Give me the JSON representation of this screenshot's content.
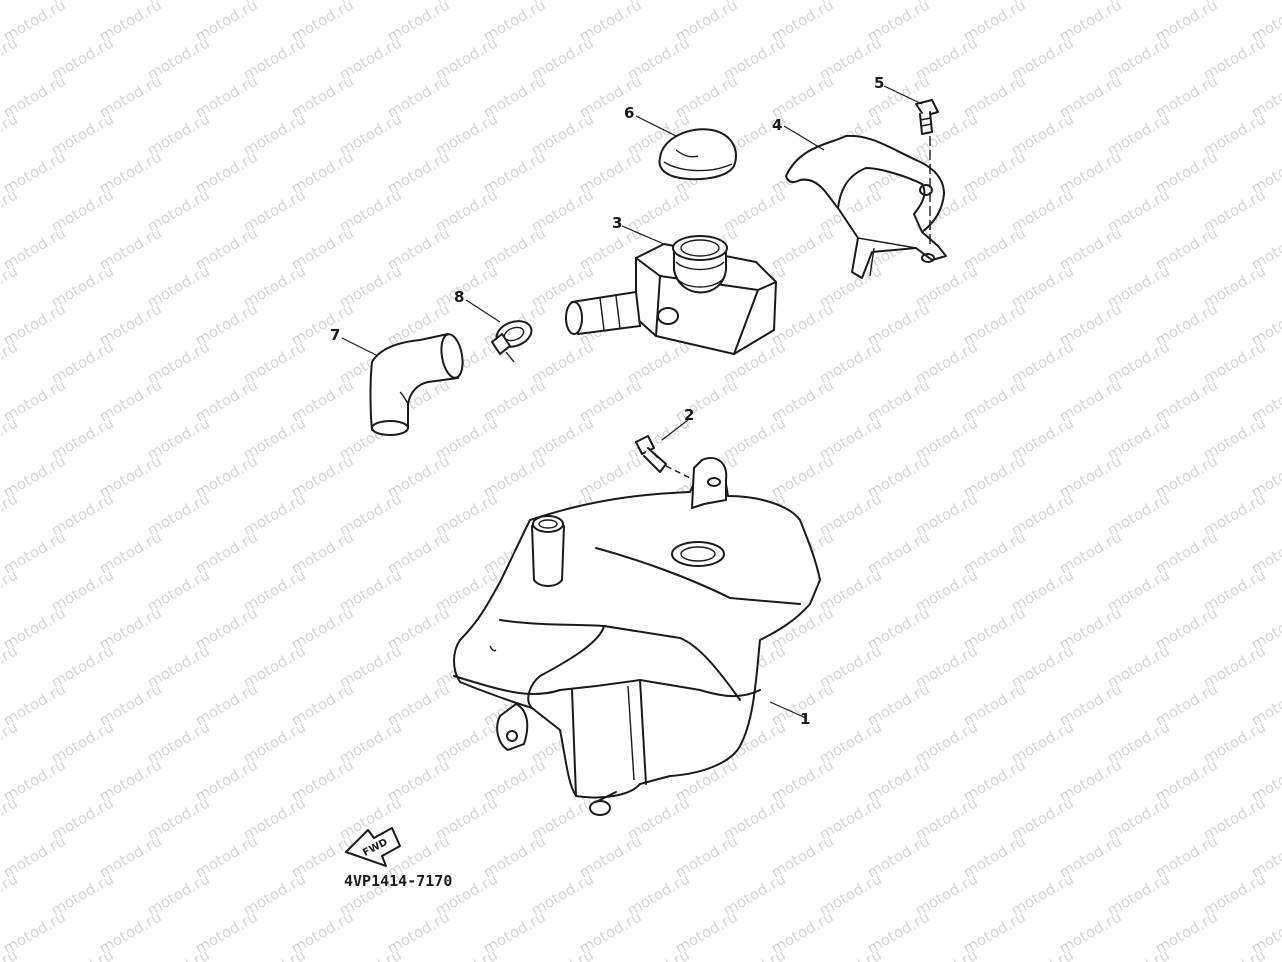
{
  "watermark": {
    "text": "motod.ru"
  },
  "diagram_code": "4VP1414-7170",
  "forward_label": "FWD",
  "callouts": [
    {
      "id": "1",
      "label": "1"
    },
    {
      "id": "2",
      "label": "2"
    },
    {
      "id": "3",
      "label": "3"
    },
    {
      "id": "4",
      "label": "4"
    },
    {
      "id": "5",
      "label": "5"
    },
    {
      "id": "6",
      "label": "6"
    },
    {
      "id": "7",
      "label": "7"
    },
    {
      "id": "8",
      "label": "8"
    }
  ]
}
